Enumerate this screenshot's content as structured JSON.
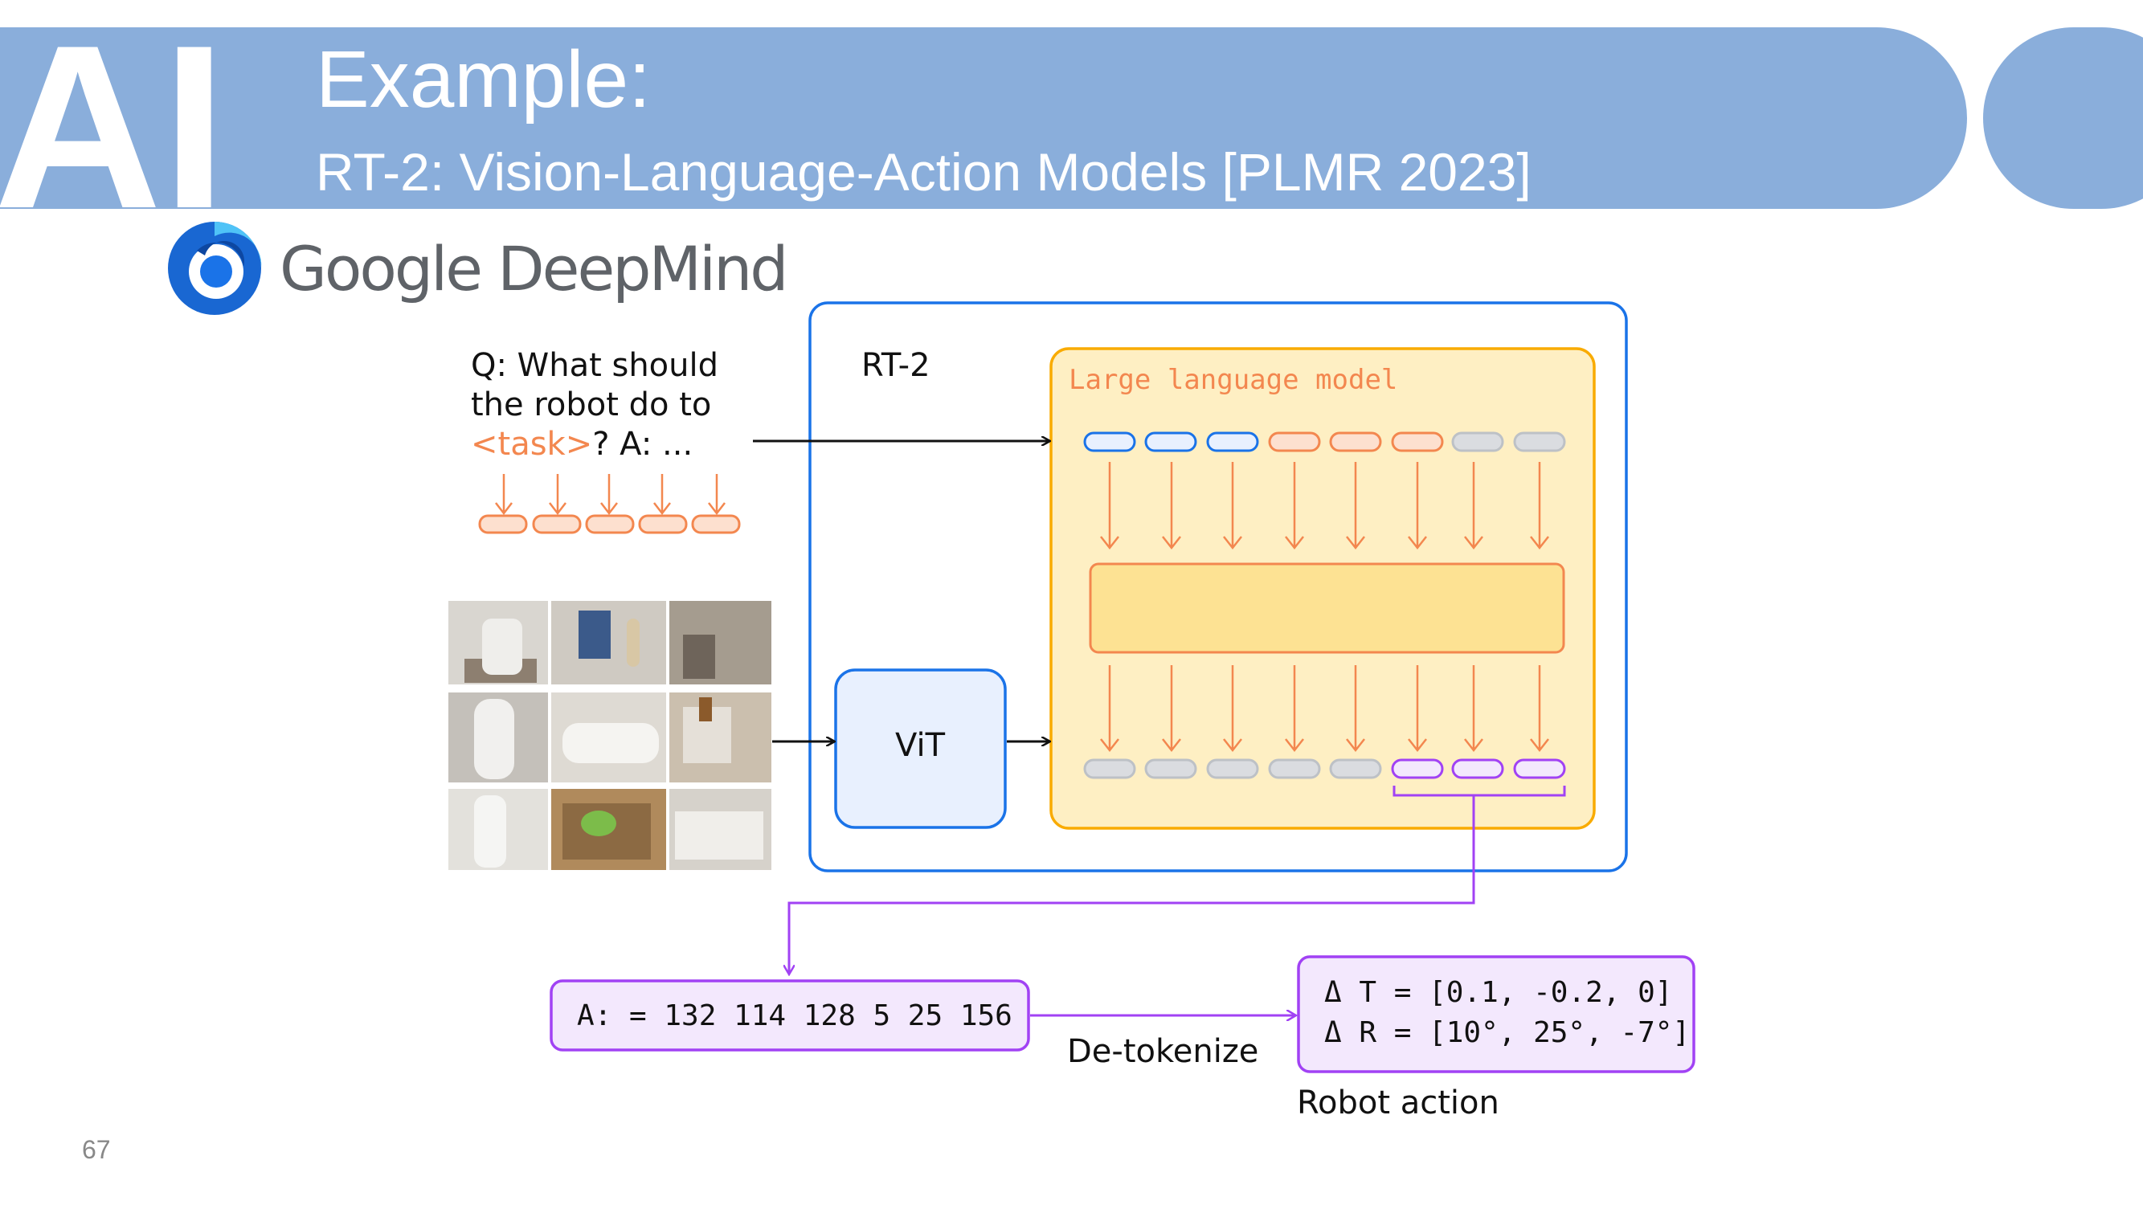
{
  "header": {
    "logo_letters": "AI",
    "title": "Example:",
    "subtitle": "RT-2: Vision-Language-Action Models [PLMR 2023]"
  },
  "brand": {
    "name": "Google DeepMind"
  },
  "diagram": {
    "prompt_line1": "Q: What should",
    "prompt_line2": "the robot do to",
    "prompt_task": "<task>",
    "prompt_rest": "? A: ...",
    "rt2_label": "RT-2",
    "llm_label": "Large language model",
    "vit_label": "ViT",
    "action_tokens": "A: = 132 114 128 5 25 156",
    "detokenize_label": "De-tokenize",
    "delta_t": "Δ T = [0.1, -0.2, 0]",
    "delta_r": "Δ R = [10°, 25°, -7°]",
    "robot_action_label": "Robot action"
  },
  "colors": {
    "header_blue": "#8aaedb",
    "orange": "#f3874f",
    "blue": "#1a73e8",
    "purple": "#a142f4",
    "llm_fill": "#feefc3",
    "llm_border": "#f9ab00",
    "vit_fill": "#e8f0fe"
  },
  "page_number": "67"
}
